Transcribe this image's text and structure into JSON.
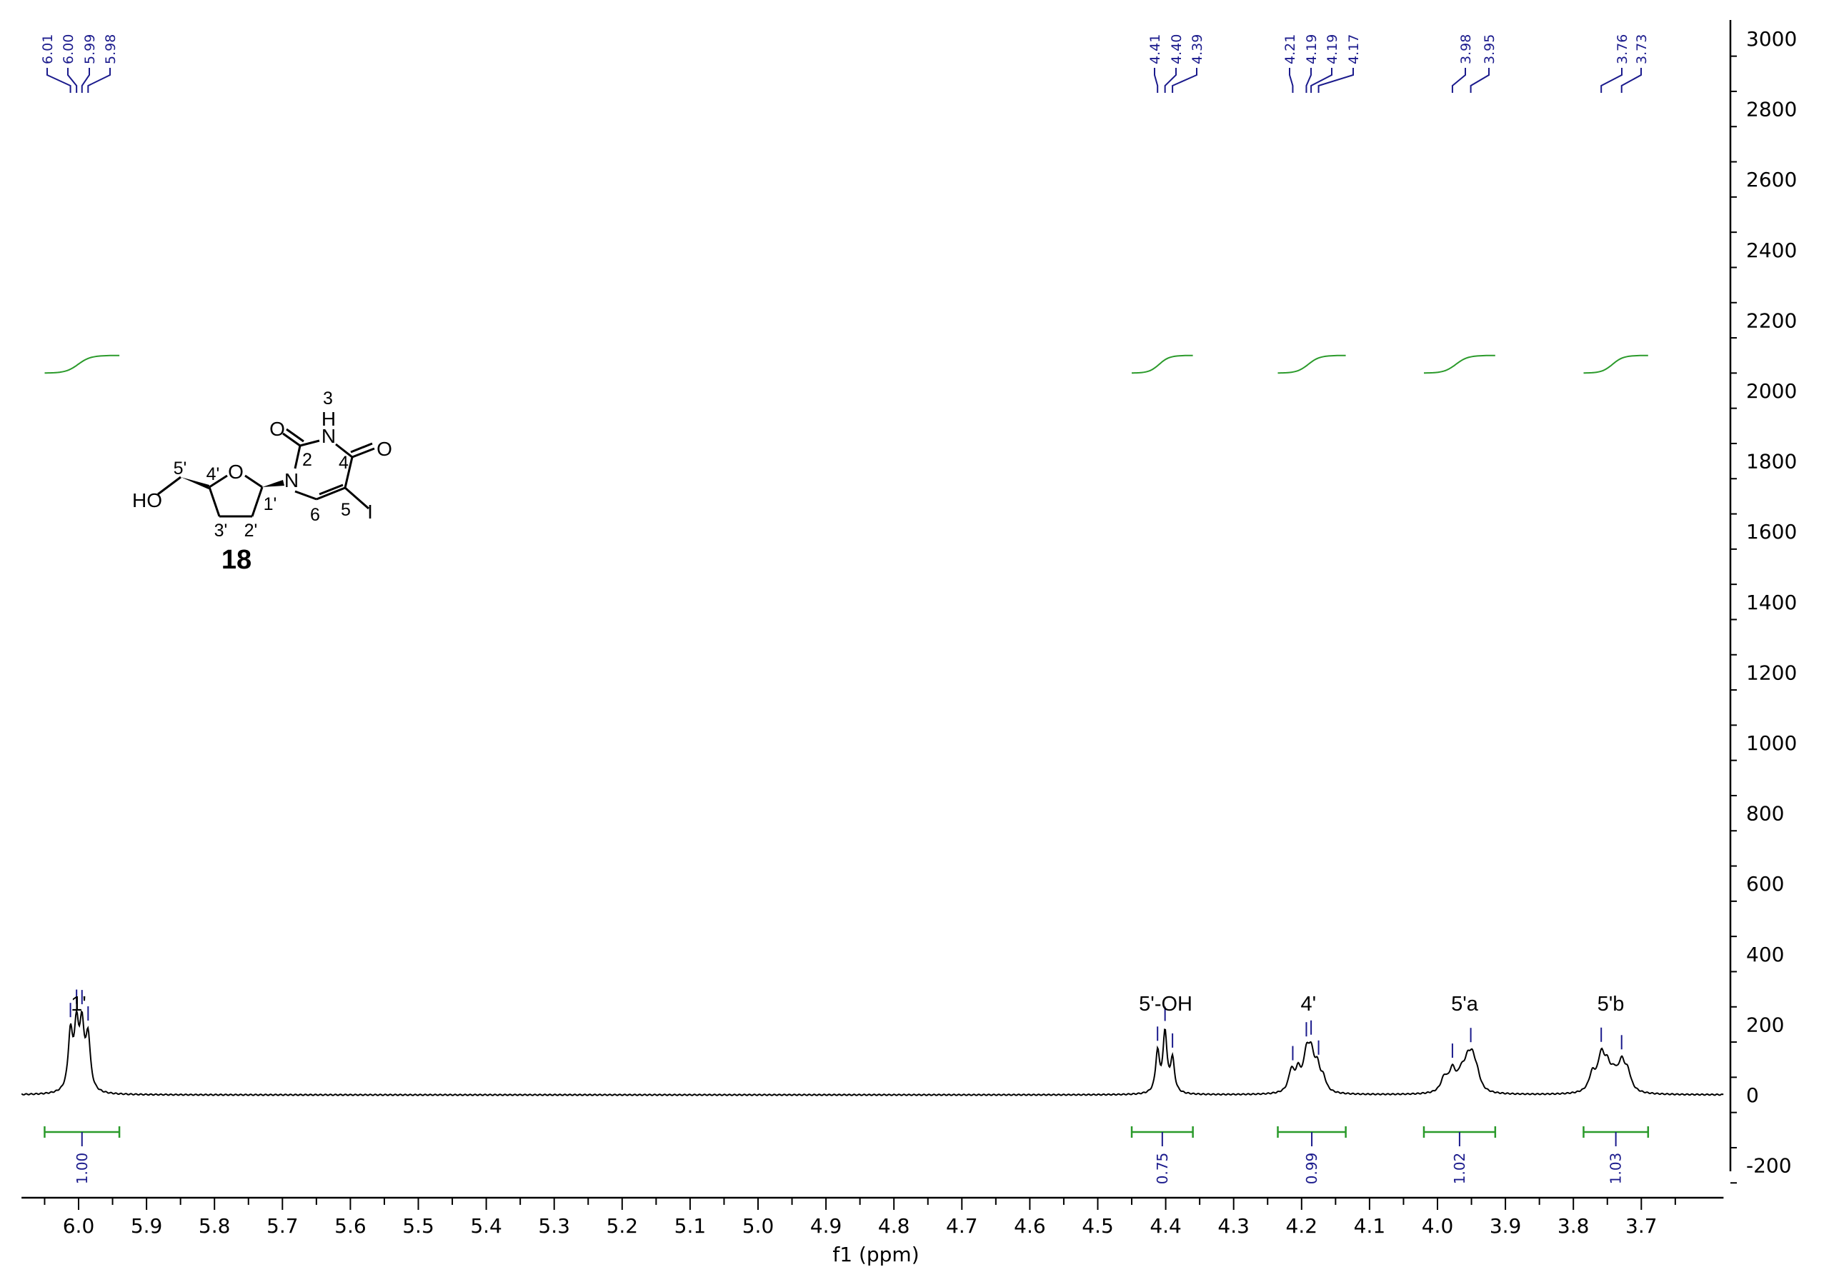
{
  "chart_data": {
    "type": "line",
    "title": "",
    "xlabel": "f1 (ppm)",
    "ylabel": "",
    "xlim": [
      6.084,
      3.579
    ],
    "ylim": [
      -300,
      3050
    ],
    "x_ticks": [
      "6.0",
      "5.9",
      "5.8",
      "5.7",
      "5.6",
      "5.5",
      "5.4",
      "5.3",
      "5.2",
      "5.1",
      "5.0",
      "4.9",
      "4.8",
      "4.7",
      "4.6",
      "4.5",
      "4.4",
      "4.3",
      "4.2",
      "4.1",
      "4.0",
      "3.9",
      "3.8",
      "3.7"
    ],
    "y_ticks": [
      "3000",
      "2800",
      "2600",
      "2400",
      "2200",
      "2000",
      "1800",
      "1600",
      "1400",
      "1200",
      "1000",
      "800",
      "600",
      "400",
      "200",
      "0",
      "-200"
    ],
    "grid": false,
    "series_color": "#000000",
    "peak_label_color": "#1a1a8c",
    "integral_color": "#2a9a2a",
    "peaks": [
      {
        "ppm": 6.012,
        "height": 160,
        "width": 0.004
      },
      {
        "ppm": 6.003,
        "height": 170,
        "width": 0.004
      },
      {
        "ppm": 5.995,
        "height": 170,
        "width": 0.004
      },
      {
        "ppm": 5.986,
        "height": 150,
        "width": 0.004
      },
      {
        "ppm": 4.412,
        "height": 115,
        "width": 0.0035
      },
      {
        "ppm": 4.401,
        "height": 170,
        "width": 0.0035
      },
      {
        "ppm": 4.39,
        "height": 95,
        "width": 0.0035
      },
      {
        "ppm": 4.215,
        "height": 60,
        "width": 0.005
      },
      {
        "ppm": 4.205,
        "height": 55,
        "width": 0.005
      },
      {
        "ppm": 4.193,
        "height": 95,
        "width": 0.005
      },
      {
        "ppm": 4.186,
        "height": 95,
        "width": 0.005
      },
      {
        "ppm": 4.177,
        "height": 65,
        "width": 0.005
      },
      {
        "ppm": 4.168,
        "height": 35,
        "width": 0.005
      },
      {
        "ppm": 3.99,
        "height": 40,
        "width": 0.006
      },
      {
        "ppm": 3.978,
        "height": 60,
        "width": 0.006
      },
      {
        "ppm": 3.965,
        "height": 45,
        "width": 0.006
      },
      {
        "ppm": 3.956,
        "height": 65,
        "width": 0.006
      },
      {
        "ppm": 3.949,
        "height": 75,
        "width": 0.006
      },
      {
        "ppm": 3.942,
        "height": 40,
        "width": 0.006
      },
      {
        "ppm": 3.772,
        "height": 50,
        "width": 0.006
      },
      {
        "ppm": 3.759,
        "height": 95,
        "width": 0.006
      },
      {
        "ppm": 3.75,
        "height": 60,
        "width": 0.006
      },
      {
        "ppm": 3.74,
        "height": 40,
        "width": 0.006
      },
      {
        "ppm": 3.729,
        "height": 75,
        "width": 0.006
      },
      {
        "ppm": 3.72,
        "height": 50,
        "width": 0.006
      }
    ],
    "peak_label_groups": [
      {
        "labels": [
          "6.01",
          "6.00",
          "5.99",
          "5.98"
        ],
        "ppm": [
          6.012,
          6.003,
          5.995,
          5.986
        ]
      },
      {
        "labels": [
          "4.41",
          "4.40",
          "4.39"
        ],
        "ppm": [
          4.412,
          4.401,
          4.39
        ]
      },
      {
        "labels": [
          "4.21",
          "4.19",
          "4.19",
          "4.17"
        ],
        "ppm": [
          4.213,
          4.193,
          4.186,
          4.175
        ]
      },
      {
        "labels": [
          "3.98"
        ],
        "ppm": [
          3.978
        ]
      },
      {
        "labels": [
          "3.95"
        ],
        "ppm": [
          3.951
        ]
      },
      {
        "labels": [
          "3.76"
        ],
        "ppm": [
          3.759
        ]
      },
      {
        "labels": [
          "3.73"
        ],
        "ppm": [
          3.729
        ]
      }
    ],
    "integrals": [
      {
        "from": 6.05,
        "to": 5.94,
        "value": "1.00"
      },
      {
        "from": 4.45,
        "to": 4.36,
        "value": "0.75"
      },
      {
        "from": 4.235,
        "to": 4.135,
        "value": "0.99"
      },
      {
        "from": 4.02,
        "to": 3.915,
        "value": "1.02"
      },
      {
        "from": 3.785,
        "to": 3.69,
        "value": "1.03"
      }
    ],
    "integral_curve_levels": [
      2050,
      2100
    ],
    "annotations": [
      {
        "text": "1'",
        "ppm": 6.0
      },
      {
        "text": "5'-OH",
        "ppm": 4.4
      },
      {
        "text": "4'",
        "ppm": 4.19
      },
      {
        "text": "5'a",
        "ppm": 3.96
      },
      {
        "text": "5'b",
        "ppm": 3.745
      }
    ]
  },
  "structure": {
    "compound_number": "18",
    "atoms": {
      "O_carbonyl2": "O",
      "N3": "N",
      "H3": "H",
      "O_carbonyl4": "O",
      "N1": "N",
      "I": "I",
      "O_ring": "O",
      "HO": "HO"
    },
    "numbering": {
      "n3": "3",
      "n2": "2",
      "n4": "4",
      "n5": "5",
      "n6": "6",
      "n1p": "1'",
      "n2p": "2'",
      "n3p": "3'",
      "n4p": "4'",
      "n5p": "5'"
    }
  }
}
